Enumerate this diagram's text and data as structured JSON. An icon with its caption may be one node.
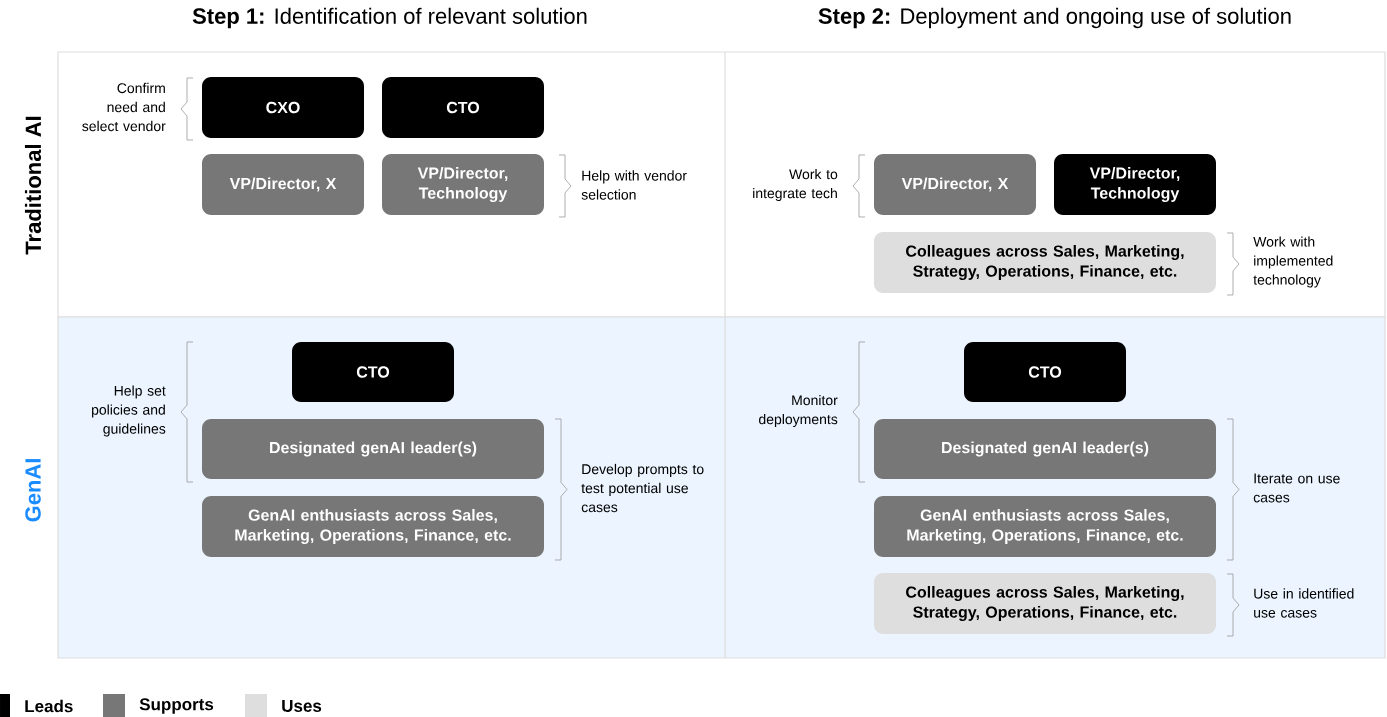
{
  "diagram": {
    "nodes": [
      {
        "text": [
          "Traditional AI"
        ]
      },
      {
        "text": [
          "CXO"
        ],
        "in": 0
      },
      {
        "text": [
          "CTO"
        ],
        "in": 0
      },
      {
        "text": [
          "VP/Director, X"
        ],
        "in": 0
      },
      {
        "text": [
          "VP/Director, Technology"
        ],
        "in": 0
      },
      {
        "text": [
          "VP/Director, X"
        ],
        "in": 0
      },
      {
        "text": [
          "VP/Director, Technology"
        ],
        "in": 0
      },
      {
        "text": [
          "Colleagues across Sales, Marketing, Strategy, Operations, Finance, etc."
        ],
        "in": 0
      },
      {
        "text": [
          "GenAI"
        ]
      },
      {
        "text": [
          "CTO"
        ],
        "in": 8
      },
      {
        "text": [
          "Designated genAI leader(s)"
        ],
        "in": 8
      },
      {
        "text": [
          "GenAI enthusiasts across Sales, Marketing, Operations, Finance, etc."
        ],
        "in": 8
      },
      {
        "text": [
          "CTO"
        ],
        "in": 8
      },
      {
        "text": [
          "Designated genAI leader(s)"
        ],
        "in": 8
      },
      {
        "text": [
          "GenAI enthusiasts across Sales, Marketing, Operations, Finance, etc."
        ],
        "in": 8
      },
      {
        "text": [
          "Colleagues across Sales, Marketing, Strategy, Operations, Finance, etc."
        ],
        "in": 8
      }
    ],
    "labels": [
      "**Step 1:** Identification of relevant solution",
      "**Step 2:** Deployment and ongoing use of solution",
      "Confirm need and select vendor",
      "Help with vendor selection",
      "Work to integrate tech",
      "Work with implemented technology",
      "Help set policies and guidelines",
      "Develop prompts to test potential use cases",
      "Monitor deployments",
      "Iterate on use cases",
      "Use in identified use cases"
    ],
    "legend": [
      {
        "text": "Leads",
        "color": "#000000"
      },
      {
        "text": "Supports",
        "color": "#777777"
      },
      {
        "text": "Uses",
        "color": "#dedede"
      }
    ]
  }
}
